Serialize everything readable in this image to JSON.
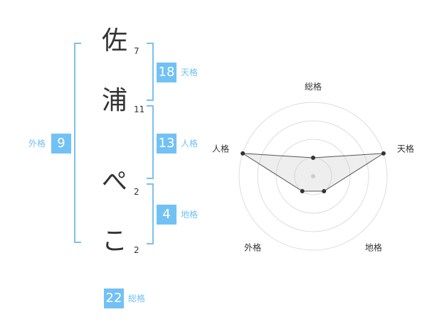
{
  "name_chars": [
    {
      "char": "佐",
      "strokes": "7"
    },
    {
      "char": "浦",
      "strokes": "11"
    },
    {
      "char": "ぺ",
      "strokes": "2"
    },
    {
      "char": "こ",
      "strokes": "2"
    }
  ],
  "fortunes": {
    "tenkaku": {
      "value": "18",
      "label": "天格"
    },
    "jinkaku": {
      "value": "13",
      "label": "人格"
    },
    "chikaku": {
      "value": "4",
      "label": "地格"
    },
    "gaikaku": {
      "value": "9",
      "label": "外格"
    },
    "soukaku": {
      "value": "22",
      "label": "総格"
    }
  },
  "chart_data": {
    "type": "radar",
    "axes": [
      "総格",
      "天格",
      "地格",
      "外格",
      "人格"
    ],
    "values": [
      1,
      4,
      1,
      1,
      4
    ],
    "max": 4,
    "rings": 4
  }
}
